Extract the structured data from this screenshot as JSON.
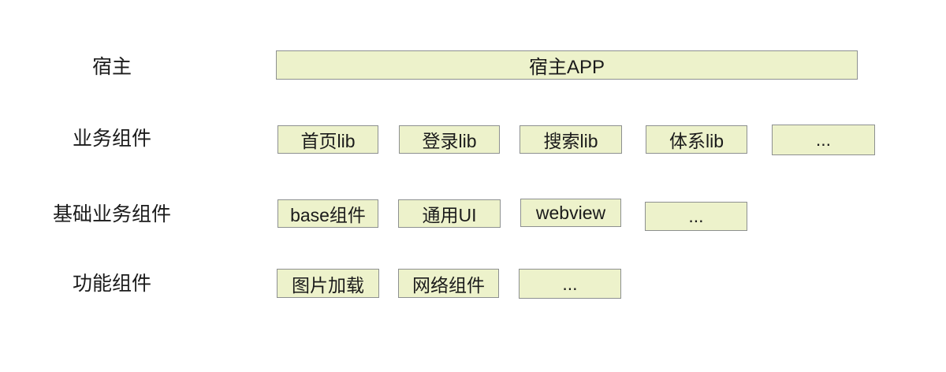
{
  "palette": {
    "background": "#ffffff",
    "box_fill": "#edf2cb",
    "box_border": "#8d9090",
    "text": "#1b1b1b"
  },
  "diagram": {
    "rows": [
      {
        "label": "宿主",
        "boxes": [
          "宿主APP"
        ]
      },
      {
        "label": "业务组件",
        "boxes": [
          "首页lib",
          "登录lib",
          "搜索lib",
          "体系lib",
          "..."
        ]
      },
      {
        "label": "基础业务组件",
        "boxes": [
          "base组件",
          "通用UI",
          "webview",
          "..."
        ]
      },
      {
        "label": "功能组件",
        "boxes": [
          "图片加载",
          "网络组件",
          "..."
        ]
      }
    ]
  }
}
